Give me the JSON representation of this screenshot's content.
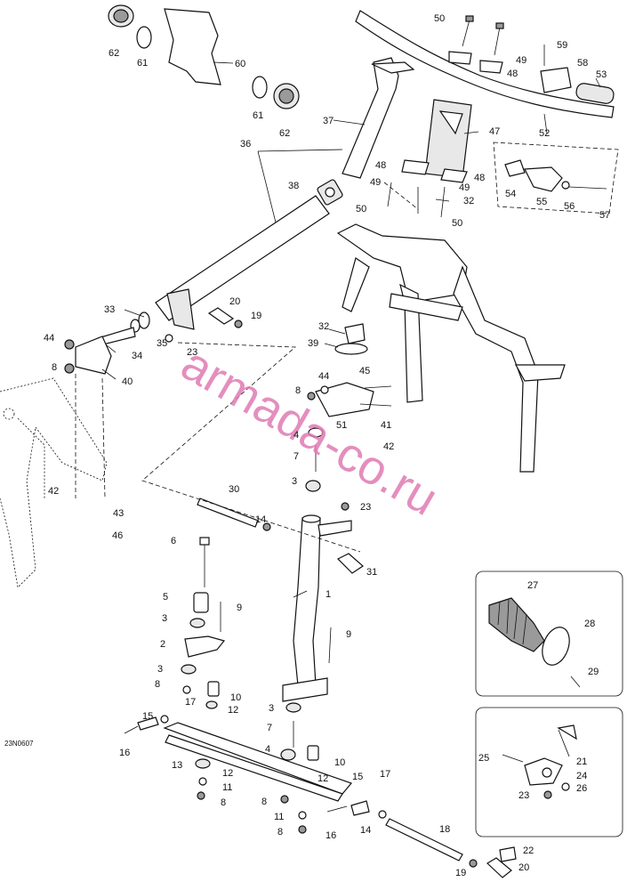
{
  "diagram_code": "23N0607",
  "watermark": "armada-co.ru",
  "callouts": [
    "1",
    "2",
    "3",
    "4",
    "5",
    "6",
    "7",
    "8",
    "9",
    "10",
    "11",
    "12",
    "13",
    "14",
    "15",
    "16",
    "17",
    "18",
    "19",
    "20",
    "21",
    "22",
    "23",
    "24",
    "25",
    "26",
    "27",
    "28",
    "29",
    "30",
    "31",
    "32",
    "33",
    "34",
    "35",
    "36",
    "37",
    "38",
    "39",
    "40",
    "41",
    "42",
    "43",
    "44",
    "45",
    "46",
    "47",
    "48",
    "49",
    "50",
    "51",
    "52",
    "53",
    "54",
    "55",
    "56",
    "57",
    "58",
    "59",
    "60",
    "61",
    "62"
  ]
}
